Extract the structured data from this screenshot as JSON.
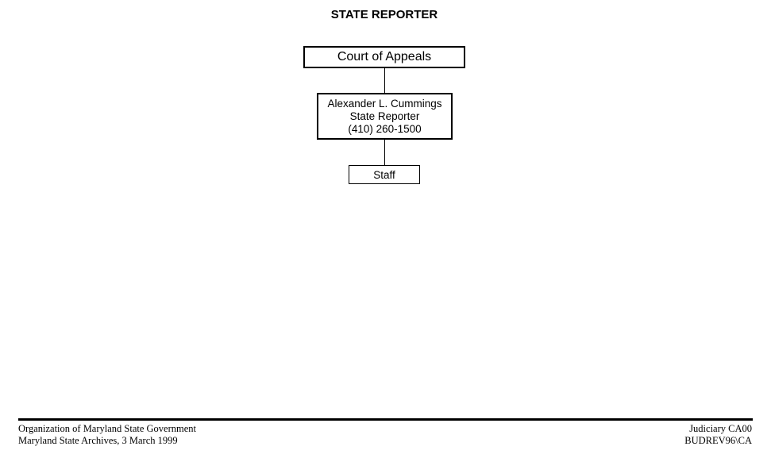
{
  "title": "STATE REPORTER",
  "nodes": {
    "parent": {
      "label": "Court of Appeals"
    },
    "head": {
      "name": "Alexander L. Cummings",
      "position": "State Reporter",
      "phone": "(410) 260-1500"
    },
    "staff": {
      "label": "Staff"
    }
  },
  "footer": {
    "left_line1": "Organization of Maryland State Government",
    "left_line2": "Maryland State Archives, 3 March 1999",
    "right_line1": "Judiciary CA00",
    "right_line2": "BUDREV96\\CA"
  }
}
